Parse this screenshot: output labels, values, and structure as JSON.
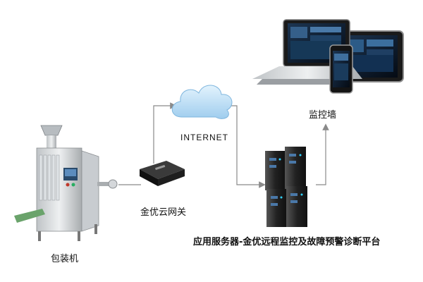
{
  "labels": {
    "internet": "INTERNET",
    "gateway": "金优云网关",
    "monitor_wall": "监控墙",
    "server_platform": "应用服务器-金优远程监控及故障预警诊断平台",
    "packing_machine": "包装机"
  },
  "colors": {
    "connector": "#8a8a8a",
    "cloud": "#a9d4f2",
    "server_body": "#2b2b2b",
    "screen": "#0d1a2b"
  },
  "icons": [
    "cloud-icon",
    "gateway-device-icon",
    "server-cluster-icon",
    "laptop-icon",
    "tablet-icon",
    "phone-icon",
    "packing-machine-icon"
  ]
}
